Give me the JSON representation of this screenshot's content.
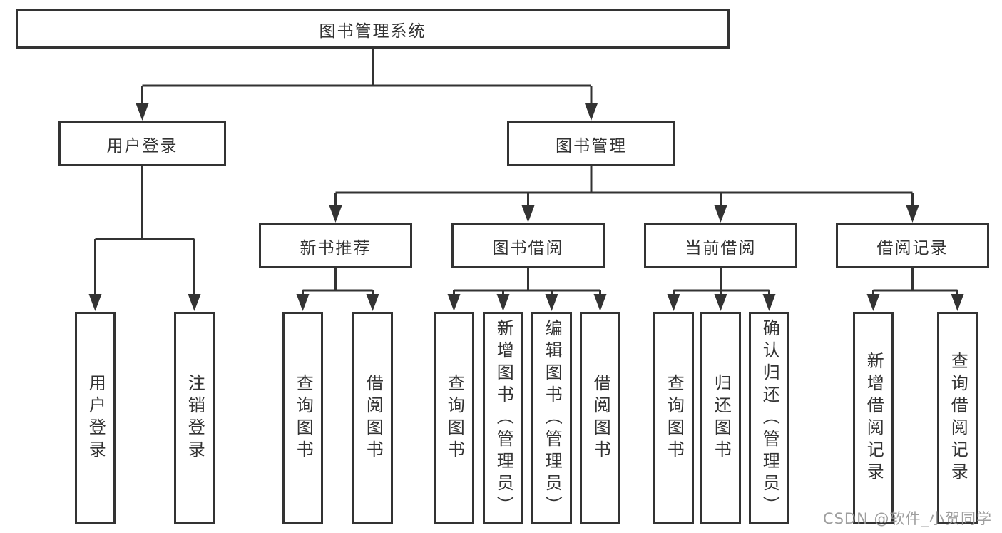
{
  "title": "图书管理系统",
  "watermark": "CSDN @软件_小贺同学",
  "colors": {
    "line": "#333333",
    "box_border": "#333333",
    "box_bg": "#ffffff",
    "text": "#333333",
    "watermark": "#969696",
    "background": "#ffffff"
  },
  "tree": {
    "root": {
      "label": "图书管理系统"
    },
    "children": [
      {
        "label": "用户登录",
        "children": [
          {
            "label": "用户登录"
          },
          {
            "label": "注销登录"
          }
        ]
      },
      {
        "label": "图书管理",
        "children": [
          {
            "label": "新书推荐",
            "children": [
              {
                "label": "查询图书"
              },
              {
                "label": "借阅图书"
              }
            ]
          },
          {
            "label": "图书借阅",
            "children": [
              {
                "label": "查询图书"
              },
              {
                "label": "新增图书（管理员）"
              },
              {
                "label": "编辑图书（管理员）"
              },
              {
                "label": "借阅图书"
              }
            ]
          },
          {
            "label": "当前借阅",
            "children": [
              {
                "label": "查询图书"
              },
              {
                "label": "归还图书"
              },
              {
                "label": "确认归还（管理员）"
              }
            ]
          },
          {
            "label": "借阅记录",
            "children": [
              {
                "label": "新增借阅记录"
              },
              {
                "label": "查询借阅记录"
              }
            ]
          }
        ]
      }
    ]
  }
}
